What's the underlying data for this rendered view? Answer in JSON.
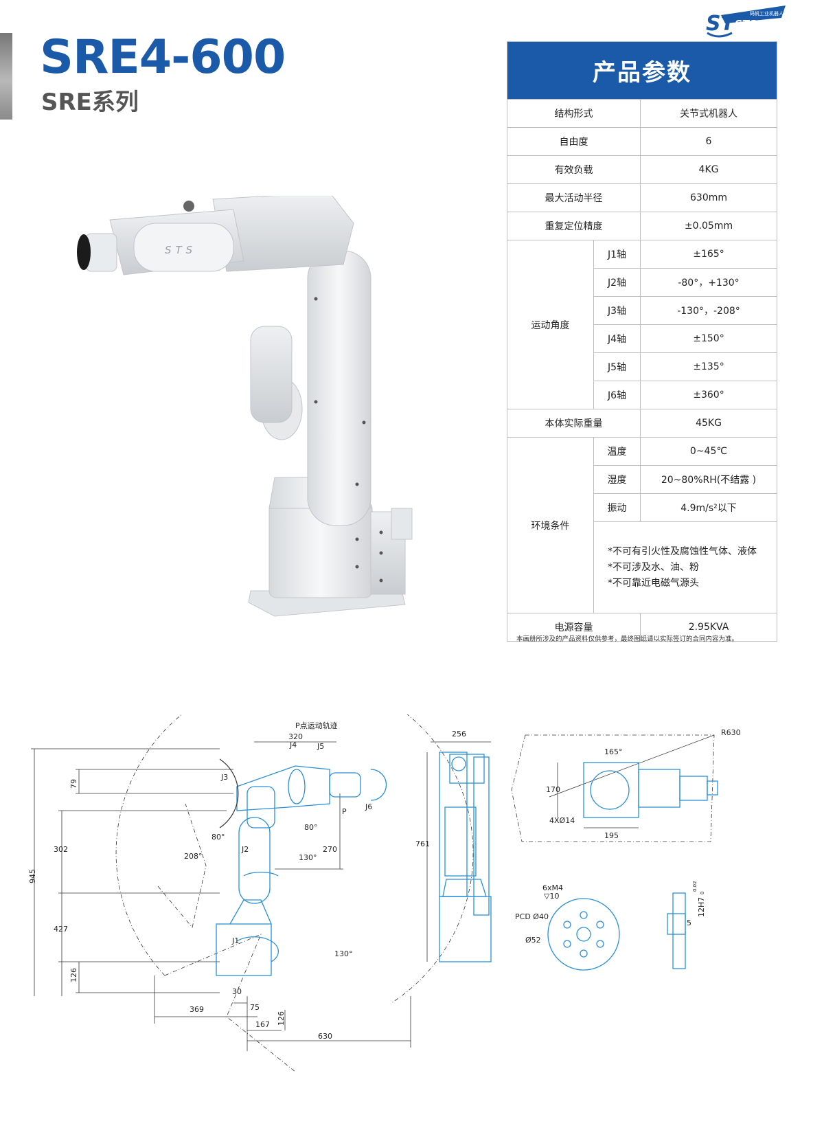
{
  "header": {
    "model": "SRE4-600",
    "series": "SRE系列",
    "logo_text": "STSail",
    "logo_caption": "码帆工业机器人"
  },
  "specs": {
    "title": "产品参数",
    "structure": {
      "label": "结构形式",
      "value": "关节式机器人"
    },
    "dof": {
      "label": "自由度",
      "value": "6"
    },
    "payload": {
      "label": "有效负载",
      "value": "4KG"
    },
    "reach": {
      "label": "最大活动半径",
      "value": "630mm"
    },
    "repeatability": {
      "label": "重复定位精度",
      "value": "±0.05mm"
    },
    "motion": {
      "label": "运动角度",
      "axes": [
        {
          "axis": "J1轴",
          "value": "±165°"
        },
        {
          "axis": "J2轴",
          "value": "-80°，+130°"
        },
        {
          "axis": "J3轴",
          "value": "-130°，-208°"
        },
        {
          "axis": "J4轴",
          "value": "±150°"
        },
        {
          "axis": "J5轴",
          "value": "±135°"
        },
        {
          "axis": "J6轴",
          "value": "±360°"
        }
      ]
    },
    "weight": {
      "label": "本体实际重量",
      "value": "45KG"
    },
    "environment": {
      "label": "环境条件",
      "temperature": {
        "label": "温度",
        "value": "0~45℃"
      },
      "humidity": {
        "label": "湿度",
        "value": "20~80%RH(不结露 )"
      },
      "vibration": {
        "label": "振动",
        "value": "4.9m/s²以下"
      },
      "notes": [
        "*不可有引火性及腐蚀性气体、液体",
        "*不可涉及水、油、粉",
        "*不可靠近电磁气源头"
      ]
    },
    "power": {
      "label": "电源容量",
      "value": "2.95KVA"
    }
  },
  "disclaimer": "本画册所涉及的产品资料仅供参考，最终图纸请以实际签订的合同内容为准。",
  "photo_mark": "STS",
  "drawing": {
    "trajectory_label": "P点运动轨迹",
    "side": {
      "dims": {
        "d320": "320",
        "d79": "79",
        "d302": "302",
        "d945": "945",
        "d427": "427",
        "d126a": "126",
        "d270": "270",
        "d30": "30",
        "d369": "369",
        "d75": "75",
        "d126b": "126",
        "d167": "167",
        "d630": "630"
      },
      "joints": {
        "j1": "J1",
        "j2": "J2",
        "j3": "J3",
        "j4": "J4",
        "j5": "J5",
        "j6": "J6",
        "p": "P"
      },
      "angles": {
        "a80a": "80°",
        "a80b": "80°",
        "a130a": "130°",
        "a208": "208°",
        "a130b": "130°"
      }
    },
    "front": {
      "width": "256",
      "height": "761"
    },
    "top": {
      "radius": "R630",
      "angle": "165°",
      "d170": "170",
      "d195": "195",
      "holes": "4XØ14"
    },
    "flange": {
      "threads": "6xM4",
      "depth": "▽10",
      "pcd": "PCD Ø40",
      "dia": "Ø52"
    },
    "section": {
      "fit": "12H7",
      "tol_upper": "0.02",
      "tol_lower": "0",
      "depth": "5"
    }
  }
}
